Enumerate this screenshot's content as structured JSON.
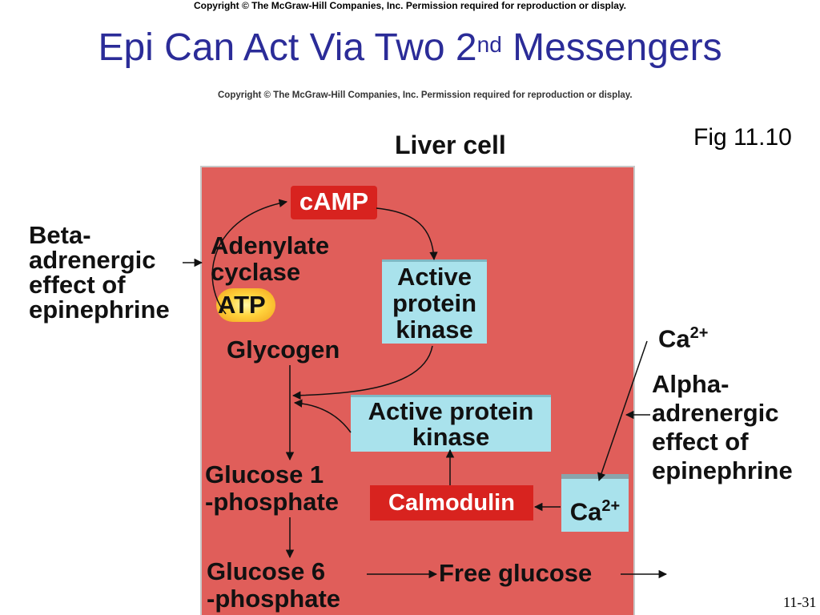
{
  "header": {
    "copyright": "Copyright © The McGraw-Hill Companies, Inc. Permission required for reproduction or display.",
    "title_main": "Epi Can Act Via Two 2",
    "title_sup": "nd",
    "title_end": " Messengers"
  },
  "figure": {
    "copyright": "Copyright © The McGraw-Hill Companies, Inc. Permission required for reproduction or display.",
    "fig_label": "Fig 11.10",
    "title": "Liver cell",
    "beta_effect": [
      "Beta-",
      "adrenergic",
      "effect of",
      "epinephrine"
    ],
    "alpha_effect": [
      "Alpha-",
      "adrenergic",
      "effect of",
      "epinephrine"
    ],
    "camp": "cAMP",
    "adenylate_cyclase": [
      "Adenylate",
      "cyclase"
    ],
    "atp": "ATP",
    "active_protein_kinase_1": [
      "Active",
      "protein",
      "kinase"
    ],
    "glycogen": "Glycogen",
    "active_protein_kinase_2": [
      "Active protein",
      "kinase"
    ],
    "glucose_1_phosphate": [
      "Glucose 1",
      "-phosphate"
    ],
    "calmodulin": "Calmodulin",
    "ca_inside": "Ca",
    "ca_outside": "Ca",
    "ca_charge": "2+",
    "glucose_6_phosphate": [
      "Glucose 6",
      "-phosphate"
    ],
    "free_glucose": "Free glucose"
  },
  "footer": {
    "slide_number": "11-31"
  }
}
